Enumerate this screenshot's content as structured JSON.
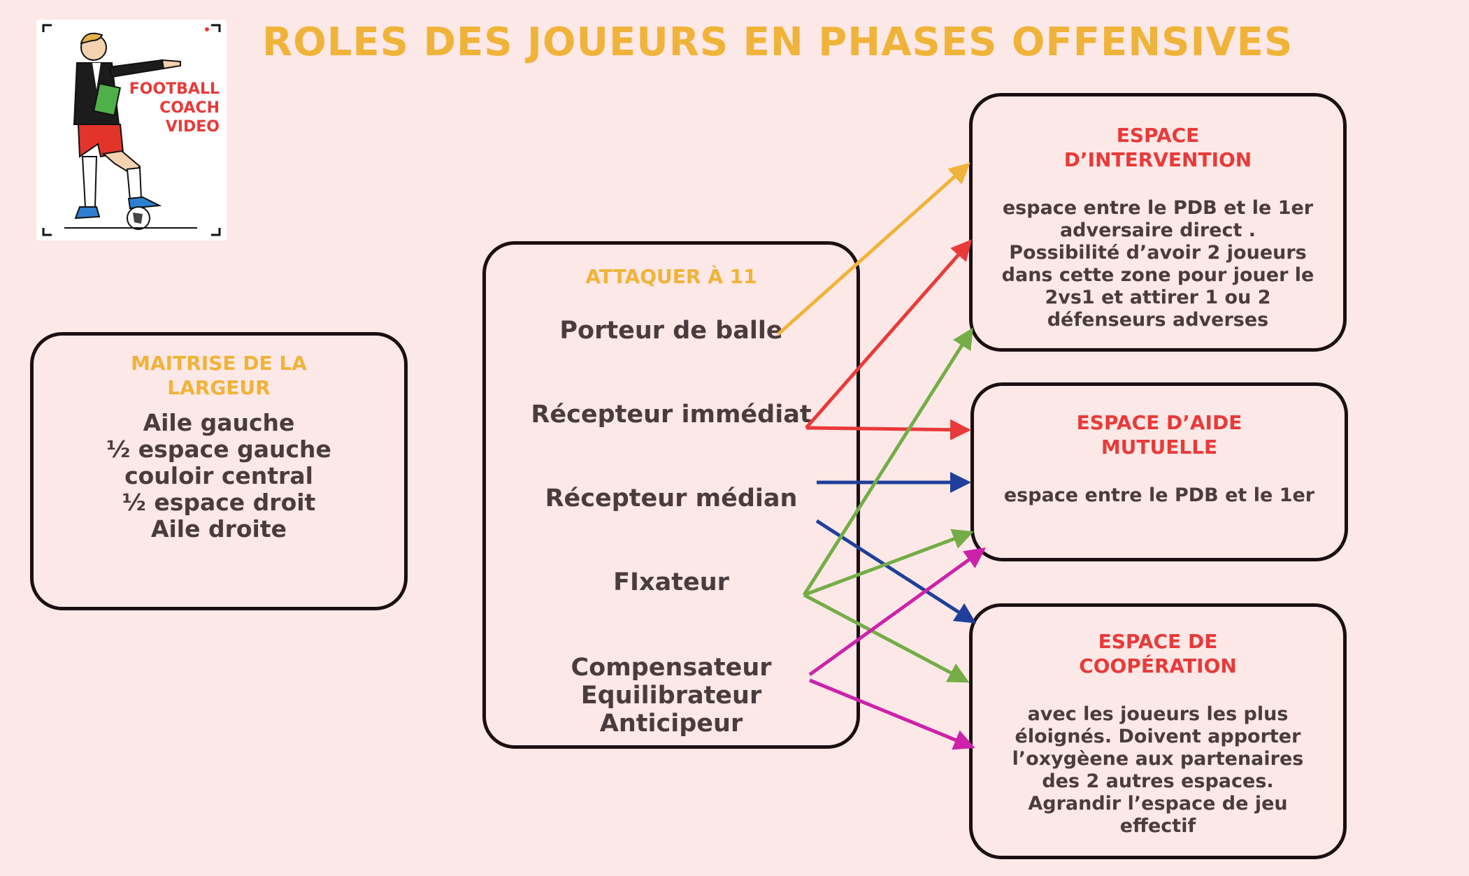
{
  "logo": {
    "line1": "FOOTBALL",
    "line2": "COACH",
    "line3": "VIDEO"
  },
  "title": "ROLES DES JOUEURS EN PHASES OFFENSIVES",
  "largeur": {
    "title_1": "MAITRISE DE LA",
    "title_2": "LARGEUR",
    "items": [
      "Aile gauche",
      "½ espace gauche",
      "couloir central",
      "½ espace droit",
      "Aile droite"
    ]
  },
  "attaquer": {
    "title": "ATTAQUER À 11",
    "roles": [
      "Porteur de balle",
      "Récepteur immédiat",
      "Récepteur médian",
      "FIxateur",
      "Compensateur",
      "Equilibrateur",
      "Anticipeur"
    ]
  },
  "intervention": {
    "title_1": "ESPACE",
    "title_2": "D’INTERVENTION",
    "body": [
      "espace entre le PDB et le 1er",
      "adversaire direct .",
      "Possibilité d’avoir 2 joueurs",
      "dans cette zone pour jouer le",
      "2vs1 et attirer 1 ou 2",
      "défenseurs adverses"
    ]
  },
  "mutuelle": {
    "title_1": "ESPACE D’AIDE",
    "title_2": "MUTUELLE",
    "body": "espace entre le PDB et le 1er"
  },
  "cooperation": {
    "title_1": "ESPACE DE",
    "title_2": "COOPÉRATION",
    "body": [
      "avec les joueurs les plus",
      "éloignés. Doivent apporter",
      "l’oxygèene aux partenaires",
      "des 2 autres espaces.",
      "Agrandir l’espace de jeu",
      "effectif"
    ]
  },
  "colors": {
    "background": "#fce8e6",
    "title_orange": "#f0b33a",
    "title_red": "#e83a3a",
    "text": "#4a3c3e",
    "arrow_orange": "#f0b33a",
    "arrow_red": "#e83a3a",
    "arrow_blue": "#1f3f9a",
    "arrow_green": "#74ad47",
    "arrow_magenta": "#cc22aa"
  }
}
